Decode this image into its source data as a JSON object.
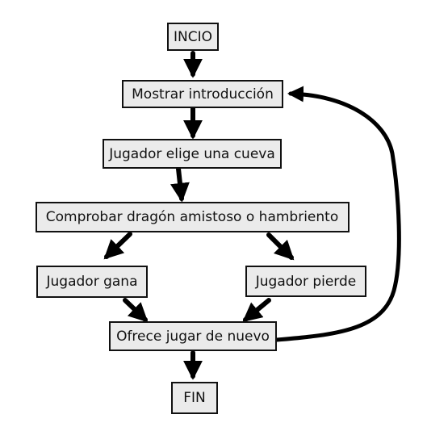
{
  "flowchart": {
    "nodes": {
      "inicio": "INCIO",
      "mostrar_introduccion": "Mostrar introducción",
      "jugador_elige_cueva": "Jugador elige una cueva",
      "comprobar_dragon": "Comprobar dragón amistoso o hambriento",
      "jugador_gana": "Jugador gana",
      "jugador_pierde": "Jugador pierde",
      "ofrece_jugar": "Ofrece jugar de nuevo",
      "fin": "FIN"
    },
    "edges": [
      {
        "from": "inicio",
        "to": "mostrar_introduccion"
      },
      {
        "from": "mostrar_introduccion",
        "to": "jugador_elige_cueva"
      },
      {
        "from": "jugador_elige_cueva",
        "to": "comprobar_dragon"
      },
      {
        "from": "comprobar_dragon",
        "to": "jugador_gana"
      },
      {
        "from": "comprobar_dragon",
        "to": "jugador_pierde"
      },
      {
        "from": "jugador_gana",
        "to": "ofrece_jugar"
      },
      {
        "from": "jugador_pierde",
        "to": "ofrece_jugar"
      },
      {
        "from": "ofrece_jugar",
        "to": "fin"
      },
      {
        "from": "ofrece_jugar",
        "to": "mostrar_introduccion"
      }
    ],
    "colors": {
      "box_fill": "#ebebeb",
      "stroke": "#111111",
      "arrow": "#000000"
    }
  }
}
